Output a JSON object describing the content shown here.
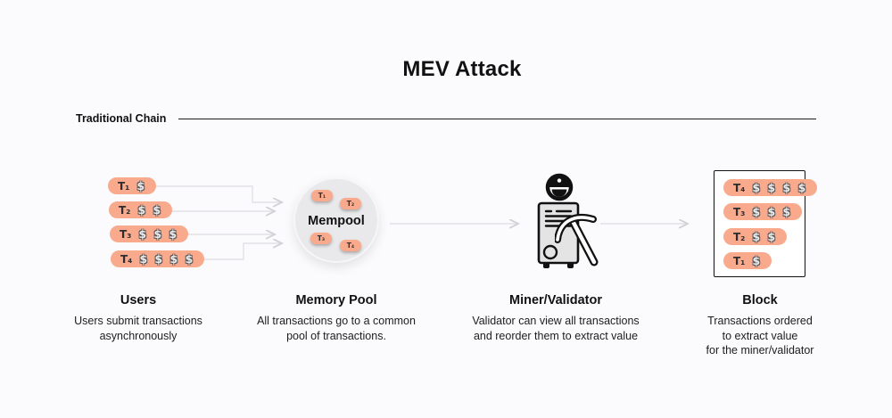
{
  "title": "MEV Attack",
  "section": {
    "label": "Traditional Chain"
  },
  "colors": {
    "background": "#FBFBFD",
    "pill": "#F9A98C",
    "mempool_circle": "#E9E9EB",
    "connector": "#E0E0E4",
    "text": "#111111",
    "block_border": "#111111"
  },
  "users": {
    "heading": "Users",
    "description": "Users submit transactions\nasynchronously",
    "transactions": [
      {
        "label": "T₁",
        "dollars": "$"
      },
      {
        "label": "T₂",
        "dollars": "$ $"
      },
      {
        "label": "T₃",
        "dollars": "$ $ $"
      },
      {
        "label": "T₄",
        "dollars": "$ $ $ $"
      }
    ]
  },
  "mempool": {
    "label": "Mempool",
    "heading": "Memory Pool",
    "description": "All transactions go to a common\npool of transactions.",
    "mini_transactions": [
      {
        "label": "T₁"
      },
      {
        "label": "T₂"
      },
      {
        "label": "T₃"
      },
      {
        "label": "T₄"
      }
    ]
  },
  "miner": {
    "heading": "Miner/Validator",
    "description": "Validator can view all transactions\nand reorder them to extract value",
    "icons": [
      "miner-face-icon",
      "server-icon",
      "pickaxe-icon"
    ]
  },
  "block": {
    "heading": "Block",
    "description": "Transactions ordered\nto extract value\nfor the miner/validator",
    "transactions": [
      {
        "label": "T₄",
        "dollars": "$ $ $ $"
      },
      {
        "label": "T₃",
        "dollars": "$ $ $"
      },
      {
        "label": "T₂",
        "dollars": "$ $"
      },
      {
        "label": "T₁",
        "dollars": "$"
      }
    ]
  }
}
